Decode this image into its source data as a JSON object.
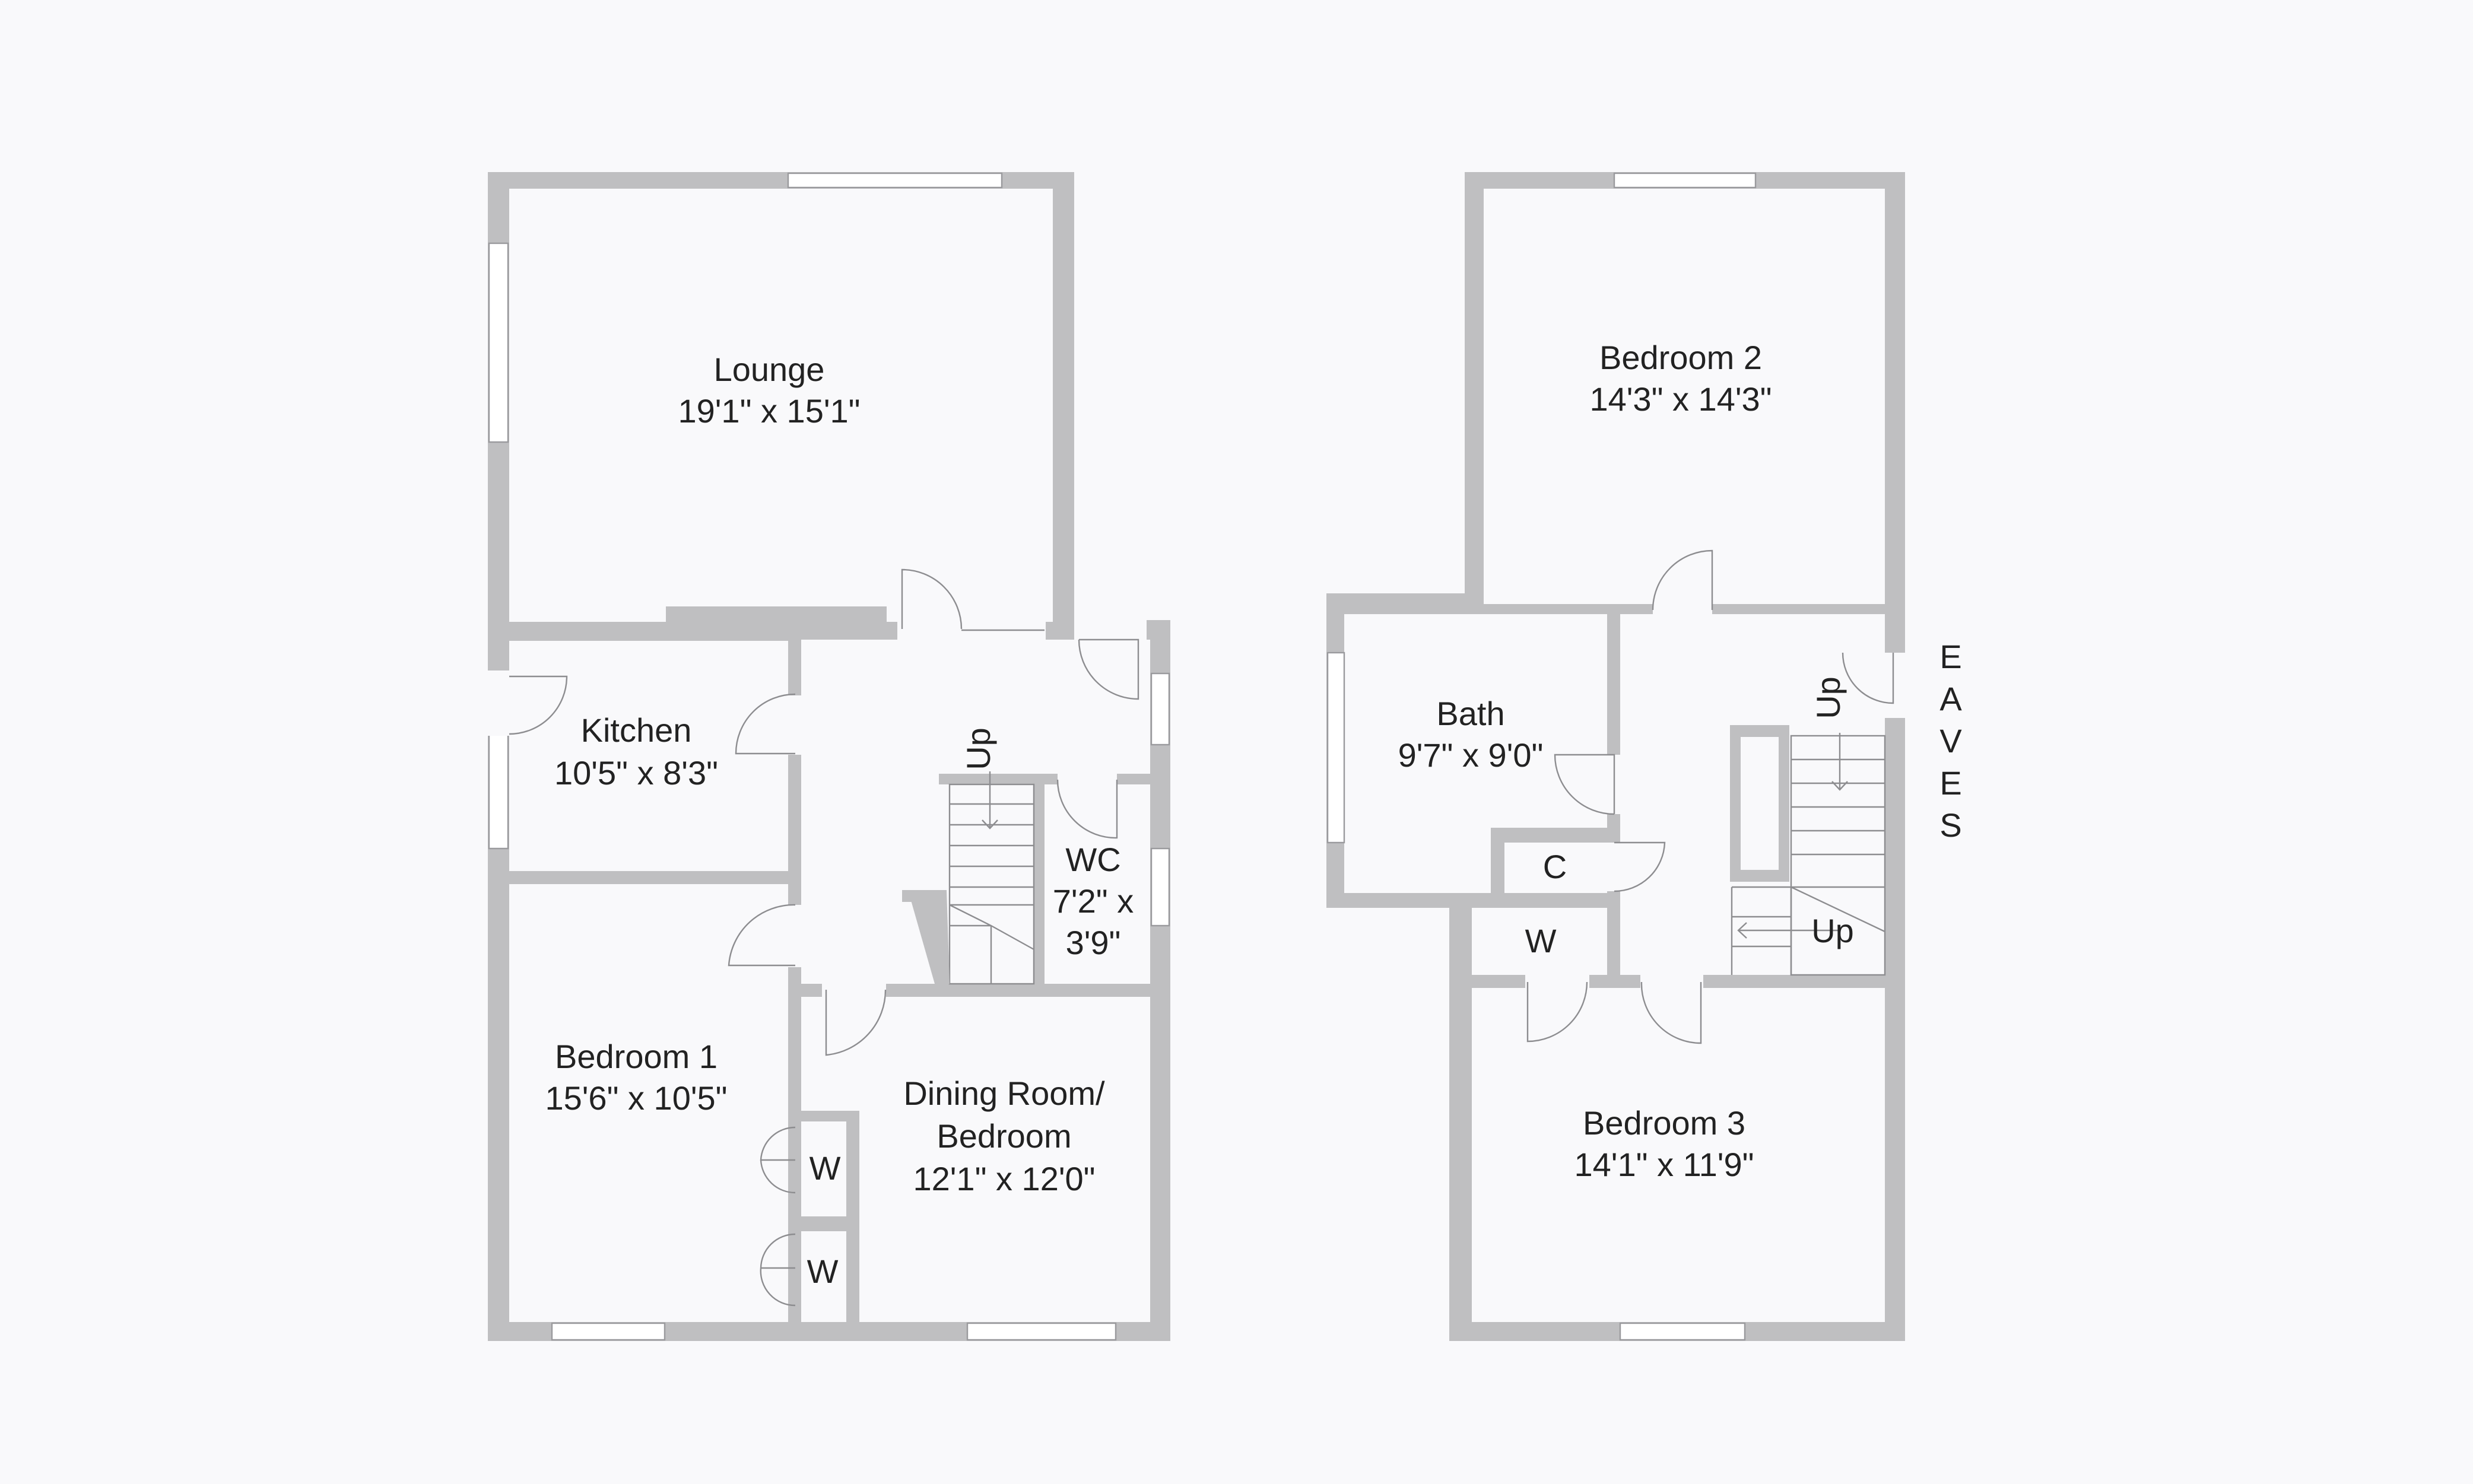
{
  "ground_floor": {
    "lounge": {
      "name": "Lounge",
      "size": "19'1\" x 15'1\""
    },
    "kitchen": {
      "name": "Kitchen",
      "size": "10'5\" x 8'3\""
    },
    "wc": {
      "name": "WC",
      "size_line1": "7'2\" x",
      "size_line2": "3'9\""
    },
    "bedroom1": {
      "name": "Bedroom 1",
      "size": "15'6\" x 10'5\""
    },
    "dining": {
      "name_line1": "Dining Room/",
      "name_line2": "Bedroom",
      "size": "12'1\" x 12'0\""
    },
    "wardrobe_label": "W",
    "stairs_label": "Up"
  },
  "first_floor": {
    "bedroom2": {
      "name": "Bedroom 2",
      "size": "14'3\" x 14'3\""
    },
    "bath": {
      "name": "Bath",
      "size": "9'7\" x 9'0\""
    },
    "cupboard_label": "C",
    "wardrobe_label": "W",
    "bedroom3": {
      "name": "Bedroom 3",
      "size": "14'1\" x 11'9\""
    },
    "stairs_label": "Up",
    "eaves_letters": [
      "E",
      "A",
      "V",
      "E",
      "S"
    ]
  }
}
